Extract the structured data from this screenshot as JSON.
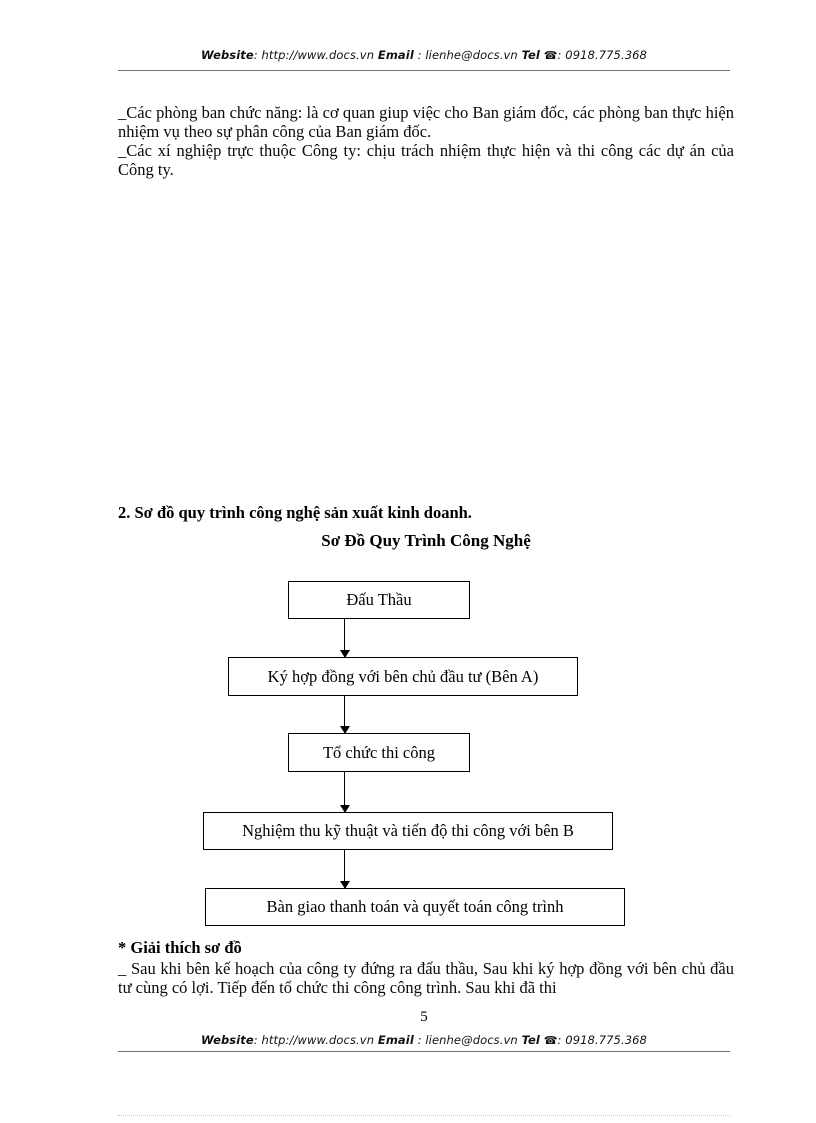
{
  "header": {
    "website_label": "Website",
    "website_sep": ":",
    "website_url": "http://www.docs.vn",
    "email_label": "Email",
    "email_sep": ":",
    "email_value": "lienhe@docs.vn",
    "tel_label": "Tel",
    "tel_glyph": "☎",
    "tel_sep": ":",
    "tel_value": "0918.775.368"
  },
  "footer": {
    "website_label": "Website",
    "website_sep": ":",
    "website_url": "http://www.docs.vn",
    "email_label": "Email",
    "email_sep": ":",
    "email_value": "lienhe@docs.vn",
    "tel_label": "Tel",
    "tel_glyph": "☎",
    "tel_sep": ":",
    "tel_value": "0918.775.368",
    "page_number": "5"
  },
  "body": {
    "paragraph_1": "_Các phòng ban chức năng: là cơ quan giup việc cho Ban giám đốc, các phòng ban thực hiện nhiệm vụ theo sự phân công của Ban giám đốc.",
    "paragraph_2": "_Các xí nghiệp trực thuộc Công ty: chịu trách nhiệm thực hiện và thi công các dự án của Công ty.",
    "section_heading": "2. Sơ đồ quy trình công nghệ sản xuất kinh doanh.",
    "diagram_title": "Sơ Đồ Quy Trình Công Nghệ",
    "explain_heading": "* Giải thích sơ đồ",
    "explain_paragraph": "_ Sau khi bên kế hoạch của công ty đứng ra đấu thầu, Sau khi ký hợp đồng với bên chủ đầu tư cùng có lợi. Tiếp đến tổ chức thi công công trình. Sau khi đã thi"
  },
  "flowchart": {
    "type": "diagram",
    "orientation": "vertical",
    "nodes": [
      {
        "id": "node-1",
        "label": "Đấu Thầu"
      },
      {
        "id": "node-2",
        "label": "Ký hợp đồng với bên chủ đầu tư (Bên A)"
      },
      {
        "id": "node-3",
        "label": "Tổ chức thi công"
      },
      {
        "id": "node-4",
        "label": "Nghiệm thu kỹ thuật và tiến độ thi công với bên B"
      },
      {
        "id": "node-5",
        "label": "Bàn giao thanh toán và quyết toán công trình"
      }
    ],
    "edges": [
      {
        "from": "node-1",
        "to": "node-2"
      },
      {
        "from": "node-2",
        "to": "node-3"
      },
      {
        "from": "node-3",
        "to": "node-4"
      },
      {
        "from": "node-4",
        "to": "node-5"
      }
    ]
  },
  "colors": {
    "page_background": "#ffffff",
    "text": "#000000",
    "rule": "#6f6f6f",
    "box_border": "#000000"
  }
}
